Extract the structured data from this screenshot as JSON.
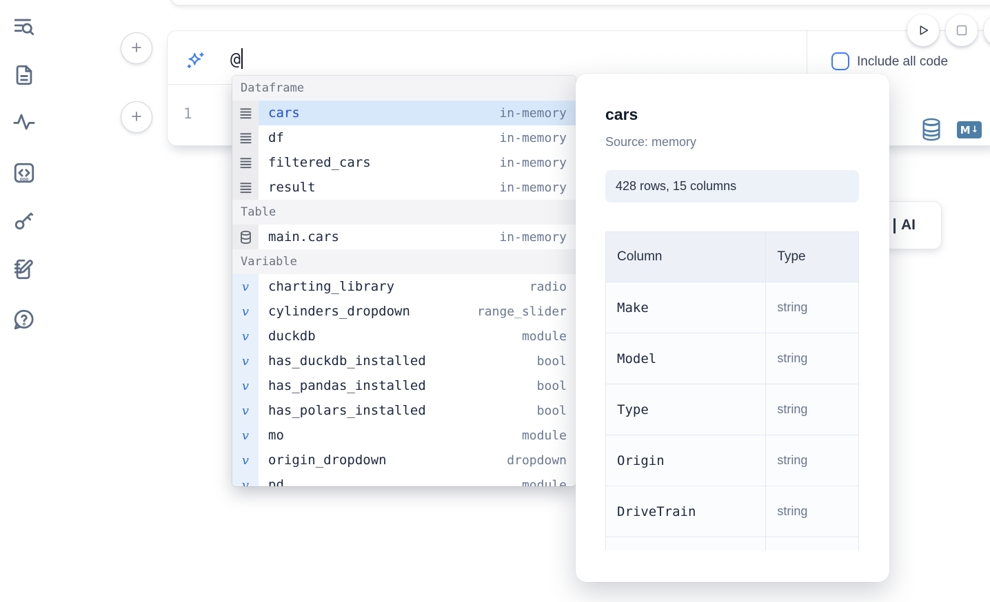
{
  "sidebar": {
    "icons": [
      "list-search-icon",
      "document-icon",
      "activity-icon",
      "code-snippets-icon",
      "key-icon",
      "notebook-pen-icon",
      "help-chat-icon"
    ]
  },
  "toolbar": {
    "play_icon": "play-icon",
    "stop_icon": "stop-icon"
  },
  "cell": {
    "prompt_text": "@",
    "include_all_code_label": "Include all code",
    "line_number": "1",
    "output_icons": [
      "database-icon",
      "markdown-download-icon"
    ],
    "markdown_badge_letter": "M",
    "markdown_badge_arrow": "↓"
  },
  "autocomplete": {
    "sections": [
      {
        "label": "Dataframe",
        "items": [
          {
            "icon": "dataframe-icon",
            "name": "cars",
            "type": "in-memory",
            "selected": true
          },
          {
            "icon": "dataframe-icon",
            "name": "df",
            "type": "in-memory"
          },
          {
            "icon": "dataframe-icon",
            "name": "filtered_cars",
            "type": "in-memory"
          },
          {
            "icon": "dataframe-icon",
            "name": "result",
            "type": "in-memory"
          }
        ]
      },
      {
        "label": "Table",
        "items": [
          {
            "icon": "database-icon",
            "name": "main.cars",
            "type": "in-memory"
          }
        ]
      },
      {
        "label": "Variable",
        "items": [
          {
            "icon": "variable-icon",
            "name": "charting_library",
            "type": "radio"
          },
          {
            "icon": "variable-icon",
            "name": "cylinders_dropdown",
            "type": "range_slider"
          },
          {
            "icon": "variable-icon",
            "name": "duckdb",
            "type": "module"
          },
          {
            "icon": "variable-icon",
            "name": "has_duckdb_installed",
            "type": "bool"
          },
          {
            "icon": "variable-icon",
            "name": "has_pandas_installed",
            "type": "bool"
          },
          {
            "icon": "variable-icon",
            "name": "has_polars_installed",
            "type": "bool"
          },
          {
            "icon": "variable-icon",
            "name": "mo",
            "type": "module"
          },
          {
            "icon": "variable-icon",
            "name": "origin_dropdown",
            "type": "dropdown"
          },
          {
            "icon": "variable-icon",
            "name": "pd",
            "type": "module",
            "partial": true
          }
        ]
      }
    ]
  },
  "preview_panel": {
    "title": "cars",
    "source": "Source: memory",
    "stats": "428 rows, 15 columns",
    "table": {
      "headers": [
        "Column",
        "Type"
      ],
      "rows": [
        [
          "Make",
          "string"
        ],
        [
          "Model",
          "string"
        ],
        [
          "Type",
          "string"
        ],
        [
          "Origin",
          "string"
        ],
        [
          "DriveTrain",
          "string"
        ]
      ],
      "has_partial_row": true
    }
  },
  "ai_button": {
    "visible_label": "AI"
  },
  "colors": {
    "accent_blue": "#3d7bfa",
    "selection_blue": "#d7e8fb",
    "selected_text": "#1d4ed8",
    "steel_blue": "#4c7ea8",
    "sidebar_icon": "#5d6b85",
    "type_text": "#6a7894",
    "header_bg": "#f4f4f6",
    "pill_bg": "#edf1f8"
  }
}
